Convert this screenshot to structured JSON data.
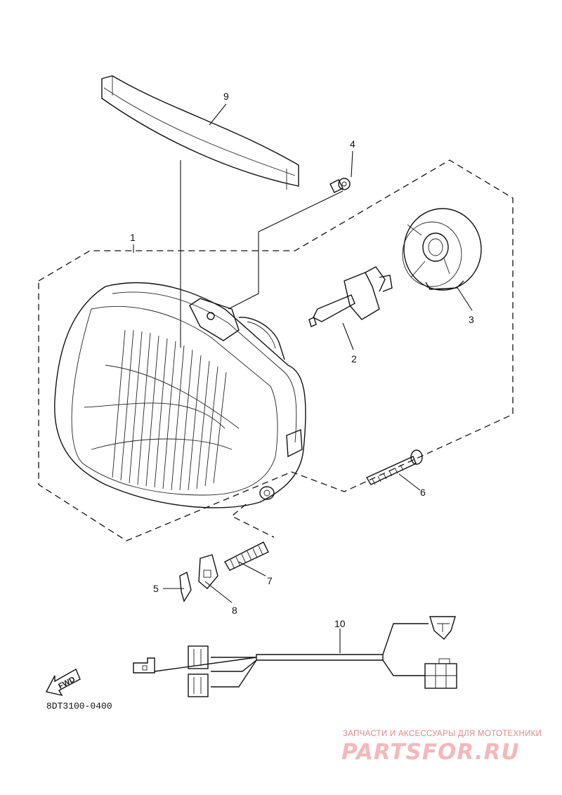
{
  "diagram": {
    "callouts": {
      "c1": "1",
      "c2": "2",
      "c3": "3",
      "c4": "4",
      "c5": "5",
      "c6": "6",
      "c7": "7",
      "c8": "8",
      "c9": "9",
      "c10": "10"
    },
    "fwd_label": "FWD",
    "part_code": "8DT3100-0400"
  },
  "watermark": {
    "tagline": "ЗАПЧАСТИ И АКСЕССУАРЫ ДЛЯ МОТОТЕХНИКИ",
    "logo": "PARTSFOR.RU"
  },
  "colors": {
    "line": "#111111",
    "watermark_text": "#e0878d",
    "watermark_logo": "#f2b8bc"
  }
}
